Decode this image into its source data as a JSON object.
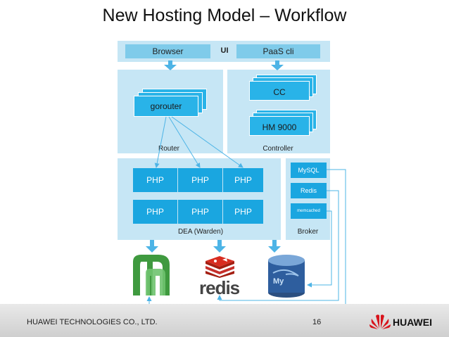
{
  "title": "New Hosting Model – Workflow",
  "ui": {
    "label": "UI",
    "browser": "Browser",
    "paas_cli": "PaaS cli"
  },
  "router": {
    "gorouter": "gorouter",
    "label": "Router"
  },
  "controller": {
    "cc": "CC",
    "hm": "HM 9000",
    "label": "Controller"
  },
  "dea": {
    "label": "DEA (Warden)",
    "cells": [
      "PHP",
      "PHP",
      "PHP",
      "PHP",
      "PHP",
      "PHP"
    ]
  },
  "broker": {
    "label": "Broker",
    "items": [
      "MySQL",
      "Redis",
      "memcached"
    ]
  },
  "logos": {
    "redis": "redis",
    "mysql": "My"
  },
  "footer": {
    "company": "HUAWEI TECHNOLOGIES CO., LTD.",
    "page": "16",
    "brand": "HUAWEI"
  },
  "colors": {
    "panel": "#c6e6f5",
    "bar": "#7fcbea",
    "php": "#1aa6e0",
    "arrow": "#4db4e6"
  }
}
